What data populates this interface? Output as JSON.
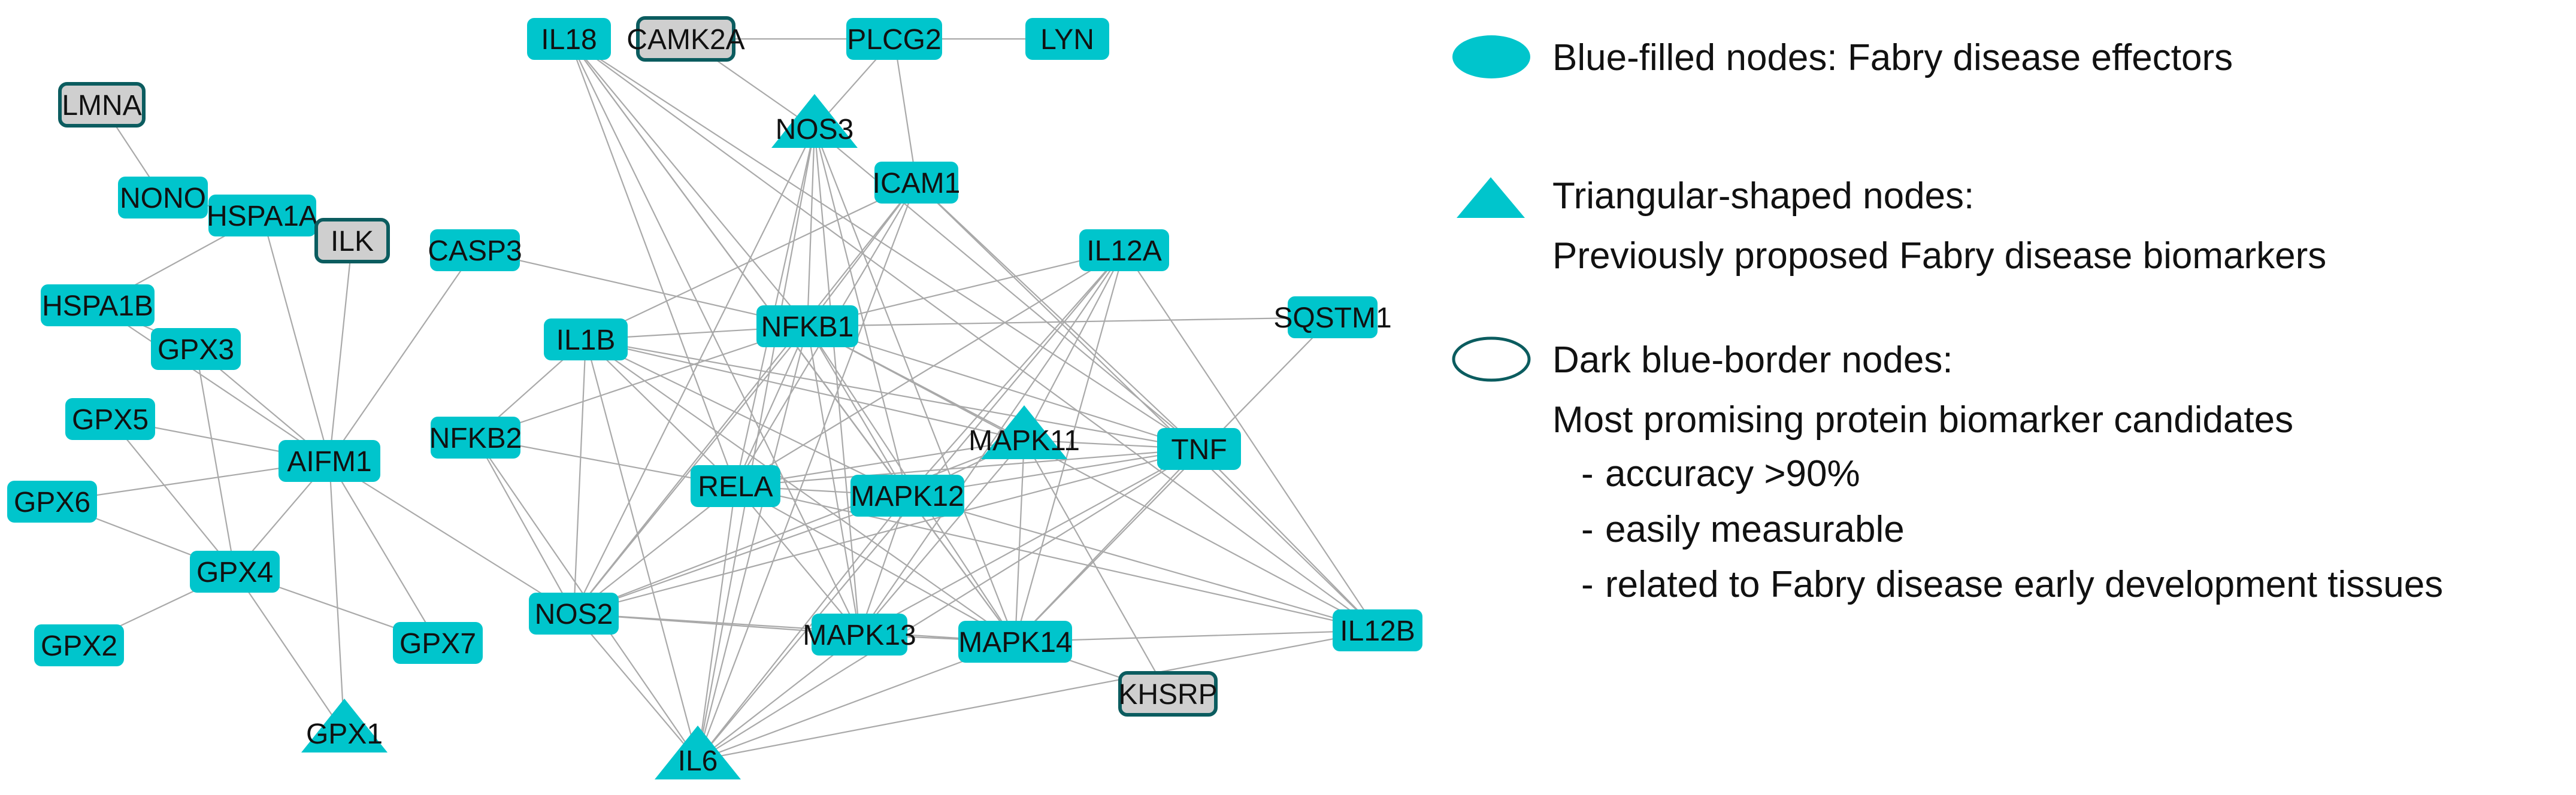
{
  "colors": {
    "effector_fill": "#00c5cc",
    "candidate_fill": "#cfcfcf",
    "candidate_border": "#0b5c5f",
    "edge": "#a9a9a9",
    "text": "#111111"
  },
  "nodes": [
    {
      "id": "IL18",
      "label": "IL18",
      "type": "effector",
      "shape": "rect"
    },
    {
      "id": "CAMK2A",
      "label": "CAMK2A",
      "type": "candidate",
      "shape": "rect"
    },
    {
      "id": "PLCG2",
      "label": "PLCG2",
      "type": "effector",
      "shape": "rect"
    },
    {
      "id": "LYN",
      "label": "LYN",
      "type": "effector",
      "shape": "rect"
    },
    {
      "id": "LMNA",
      "label": "LMNA",
      "type": "candidate",
      "shape": "rect"
    },
    {
      "id": "NOS3",
      "label": "NOS3",
      "type": "biomarker",
      "shape": "triangle"
    },
    {
      "id": "ICAM1",
      "label": "ICAM1",
      "type": "effector",
      "shape": "rect"
    },
    {
      "id": "NONO",
      "label": "NONO",
      "type": "effector",
      "shape": "rect"
    },
    {
      "id": "HSPA1A",
      "label": "HSPA1A",
      "type": "effector",
      "shape": "rect"
    },
    {
      "id": "ILK",
      "label": "ILK",
      "type": "candidate",
      "shape": "rect"
    },
    {
      "id": "CASP3",
      "label": "CASP3",
      "type": "effector",
      "shape": "rect"
    },
    {
      "id": "IL12A",
      "label": "IL12A",
      "type": "effector",
      "shape": "rect"
    },
    {
      "id": "HSPA1B",
      "label": "HSPA1B",
      "type": "effector",
      "shape": "rect"
    },
    {
      "id": "GPX3",
      "label": "GPX3",
      "type": "effector",
      "shape": "rect"
    },
    {
      "id": "NFKB1",
      "label": "NFKB1",
      "type": "effector",
      "shape": "rect"
    },
    {
      "id": "SQSTM1",
      "label": "SQSTM1",
      "type": "effector",
      "shape": "rect"
    },
    {
      "id": "IL1B",
      "label": "IL1B",
      "type": "effector",
      "shape": "rect"
    },
    {
      "id": "GPX5",
      "label": "GPX5",
      "type": "effector",
      "shape": "rect"
    },
    {
      "id": "AIFM1",
      "label": "AIFM1",
      "type": "effector",
      "shape": "rect"
    },
    {
      "id": "NFKB2",
      "label": "NFKB2",
      "type": "effector",
      "shape": "rect"
    },
    {
      "id": "MAPK11",
      "label": "MAPK11",
      "type": "biomarker",
      "shape": "triangle"
    },
    {
      "id": "TNF",
      "label": "TNF",
      "type": "effector",
      "shape": "rect"
    },
    {
      "id": "GPX6",
      "label": "GPX6",
      "type": "effector",
      "shape": "rect"
    },
    {
      "id": "RELA",
      "label": "RELA",
      "type": "effector",
      "shape": "rect"
    },
    {
      "id": "MAPK12",
      "label": "MAPK12",
      "type": "effector",
      "shape": "rect"
    },
    {
      "id": "GPX4",
      "label": "GPX4",
      "type": "effector",
      "shape": "rect"
    },
    {
      "id": "NOS2",
      "label": "NOS2",
      "type": "effector",
      "shape": "rect"
    },
    {
      "id": "GPX2",
      "label": "GPX2",
      "type": "effector",
      "shape": "rect"
    },
    {
      "id": "GPX7",
      "label": "GPX7",
      "type": "effector",
      "shape": "rect"
    },
    {
      "id": "MAPK13",
      "label": "MAPK13",
      "type": "effector",
      "shape": "rect"
    },
    {
      "id": "MAPK14",
      "label": "MAPK14",
      "type": "effector",
      "shape": "rect"
    },
    {
      "id": "IL12B",
      "label": "IL12B",
      "type": "effector",
      "shape": "rect"
    },
    {
      "id": "KHSRP",
      "label": "KHSRP",
      "type": "candidate",
      "shape": "rect"
    },
    {
      "id": "GPX1",
      "label": "GPX1",
      "type": "biomarker",
      "shape": "triangle"
    },
    {
      "id": "IL6",
      "label": "IL6",
      "type": "biomarker",
      "shape": "triangle"
    }
  ],
  "edges": [
    [
      "LMNA",
      "NONO"
    ],
    [
      "NONO",
      "HSPA1A"
    ],
    [
      "HSPA1A",
      "HSPA1B"
    ],
    [
      "HSPA1A",
      "AIFM1"
    ],
    [
      "HSPA1B",
      "GPX3"
    ],
    [
      "HSPA1B",
      "AIFM1"
    ],
    [
      "GPX3",
      "AIFM1"
    ],
    [
      "GPX3",
      "GPX4"
    ],
    [
      "ILK",
      "AIFM1"
    ],
    [
      "CASP3",
      "AIFM1"
    ],
    [
      "CASP3",
      "NFKB1"
    ],
    [
      "GPX5",
      "AIFM1"
    ],
    [
      "GPX5",
      "GPX4"
    ],
    [
      "GPX6",
      "AIFM1"
    ],
    [
      "GPX6",
      "GPX4"
    ],
    [
      "AIFM1",
      "GPX4"
    ],
    [
      "AIFM1",
      "GPX7"
    ],
    [
      "AIFM1",
      "GPX1"
    ],
    [
      "AIFM1",
      "NOS2"
    ],
    [
      "GPX4",
      "GPX2"
    ],
    [
      "GPX4",
      "GPX7"
    ],
    [
      "GPX4",
      "GPX1"
    ],
    [
      "NFKB2",
      "NOS2"
    ],
    [
      "NFKB2",
      "RELA"
    ],
    [
      "NFKB2",
      "IL6"
    ],
    [
      "NFKB2",
      "IL1B"
    ],
    [
      "NFKB2",
      "NFKB1"
    ],
    [
      "CAMK2A",
      "PLCG2"
    ],
    [
      "CAMK2A",
      "NOS3"
    ],
    [
      "PLCG2",
      "LYN"
    ],
    [
      "PLCG2",
      "NOS3"
    ],
    [
      "PLCG2",
      "ICAM1"
    ],
    [
      "IL18",
      "NFKB1"
    ],
    [
      "IL18",
      "RELA"
    ],
    [
      "IL18",
      "MAPK12"
    ],
    [
      "IL18",
      "MAPK14"
    ],
    [
      "IL18",
      "MAPK13"
    ],
    [
      "IL18",
      "TNF"
    ],
    [
      "IL18",
      "IL12B"
    ],
    [
      "NOS3",
      "NFKB1"
    ],
    [
      "NOS3",
      "RELA"
    ],
    [
      "NOS3",
      "MAPK12"
    ],
    [
      "NOS3",
      "MAPK14"
    ],
    [
      "NOS3",
      "IL6"
    ],
    [
      "NOS3",
      "NOS2"
    ],
    [
      "NOS3",
      "MAPK13"
    ],
    [
      "NOS3",
      "TNF"
    ],
    [
      "ICAM1",
      "NFKB1"
    ],
    [
      "ICAM1",
      "RELA"
    ],
    [
      "ICAM1",
      "TNF"
    ],
    [
      "ICAM1",
      "IL1B"
    ],
    [
      "ICAM1",
      "NOS2"
    ],
    [
      "ICAM1",
      "IL6"
    ],
    [
      "ICAM1",
      "IL12B"
    ],
    [
      "IL12A",
      "NFKB1"
    ],
    [
      "IL12A",
      "MAPK11"
    ],
    [
      "IL12A",
      "MAPK12"
    ],
    [
      "IL12A",
      "MAPK14"
    ],
    [
      "IL12A",
      "MAPK13"
    ],
    [
      "IL12A",
      "RELA"
    ],
    [
      "IL12A",
      "IL12B"
    ],
    [
      "IL12A",
      "IL6"
    ],
    [
      "SQSTM1",
      "NFKB1"
    ],
    [
      "SQSTM1",
      "MAPK14"
    ],
    [
      "NFKB1",
      "IL1B"
    ],
    [
      "NFKB1",
      "RELA"
    ],
    [
      "NFKB1",
      "MAPK11"
    ],
    [
      "NFKB1",
      "MAPK12"
    ],
    [
      "NFKB1",
      "MAPK14"
    ],
    [
      "NFKB1",
      "MAPK13"
    ],
    [
      "NFKB1",
      "TNF"
    ],
    [
      "NFKB1",
      "IL6"
    ],
    [
      "NFKB1",
      "NOS2"
    ],
    [
      "NFKB1",
      "IL12B"
    ],
    [
      "IL1B",
      "RELA"
    ],
    [
      "IL1B",
      "MAPK12"
    ],
    [
      "IL1B",
      "MAPK14"
    ],
    [
      "IL1B",
      "MAPK11"
    ],
    [
      "IL1B",
      "TNF"
    ],
    [
      "IL1B",
      "NOS2"
    ],
    [
      "IL1B",
      "IL6"
    ],
    [
      "RELA",
      "MAPK11"
    ],
    [
      "RELA",
      "MAPK12"
    ],
    [
      "RELA",
      "MAPK14"
    ],
    [
      "RELA",
      "MAPK13"
    ],
    [
      "RELA",
      "TNF"
    ],
    [
      "RELA",
      "NOS2"
    ],
    [
      "RELA",
      "IL6"
    ],
    [
      "RELA",
      "IL12B"
    ],
    [
      "MAPK11",
      "MAPK12"
    ],
    [
      "MAPK11",
      "MAPK14"
    ],
    [
      "MAPK11",
      "MAPK13"
    ],
    [
      "MAPK11",
      "TNF"
    ],
    [
      "MAPK11",
      "KHSRP"
    ],
    [
      "MAPK11",
      "NOS2"
    ],
    [
      "MAPK12",
      "MAPK14"
    ],
    [
      "MAPK12",
      "MAPK13"
    ],
    [
      "MAPK12",
      "TNF"
    ],
    [
      "MAPK12",
      "NOS2"
    ],
    [
      "MAPK12",
      "IL6"
    ],
    [
      "MAPK12",
      "IL12B"
    ],
    [
      "TNF",
      "MAPK14"
    ],
    [
      "TNF",
      "MAPK13"
    ],
    [
      "TNF",
      "NOS2"
    ],
    [
      "TNF",
      "IL6"
    ],
    [
      "TNF",
      "IL12B"
    ],
    [
      "NOS2",
      "MAPK13"
    ],
    [
      "NOS2",
      "MAPK14"
    ],
    [
      "NOS2",
      "IL6"
    ],
    [
      "MAPK13",
      "MAPK14"
    ],
    [
      "MAPK13",
      "IL6"
    ],
    [
      "MAPK14",
      "IL6"
    ],
    [
      "MAPK14",
      "KHSRP"
    ],
    [
      "MAPK14",
      "IL12B"
    ],
    [
      "IL6",
      "IL12B"
    ]
  ],
  "legend": {
    "effectors_label": "Blue-filled nodes: Fabry disease effectors",
    "triangles_line1": "Triangular-shaped nodes:",
    "triangles_line2": "Previously proposed Fabry disease biomarkers",
    "border_line1": "Dark blue-border nodes:",
    "border_line2": "Most promising protein biomarker candidates",
    "criteria": [
      "accuracy >90%",
      "easily measurable",
      "related to Fabry disease early development tissues"
    ],
    "bullet": "-"
  }
}
